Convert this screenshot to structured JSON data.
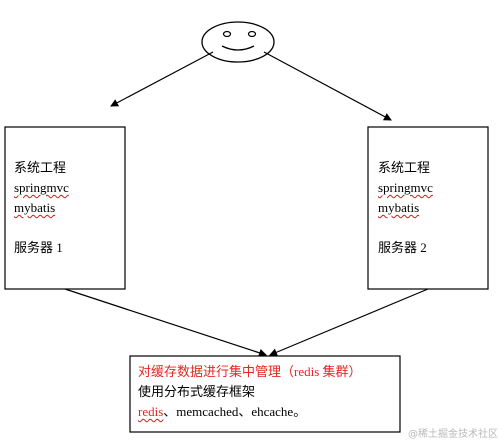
{
  "left_box": {
    "line1": "系统工程",
    "line2": "springmvc",
    "line3": "mybatis",
    "line4": "服务器 1"
  },
  "right_box": {
    "line1": "系统工程",
    "line2": "springmvc",
    "line3": "mybatis",
    "line4": "服务器 2"
  },
  "bottom_box": {
    "line1": "对缓存数据进行集中管理（redis 集群）",
    "line2": "使用分布式缓存框架",
    "line3_a": "redis",
    "line3_b": "、memcached、ehcache。"
  },
  "watermark": "@稀土掘金技术社区",
  "colors": {
    "highlight": "#e0281f",
    "line": "#000000"
  },
  "icons": {
    "user": "smiley-face-icon"
  }
}
